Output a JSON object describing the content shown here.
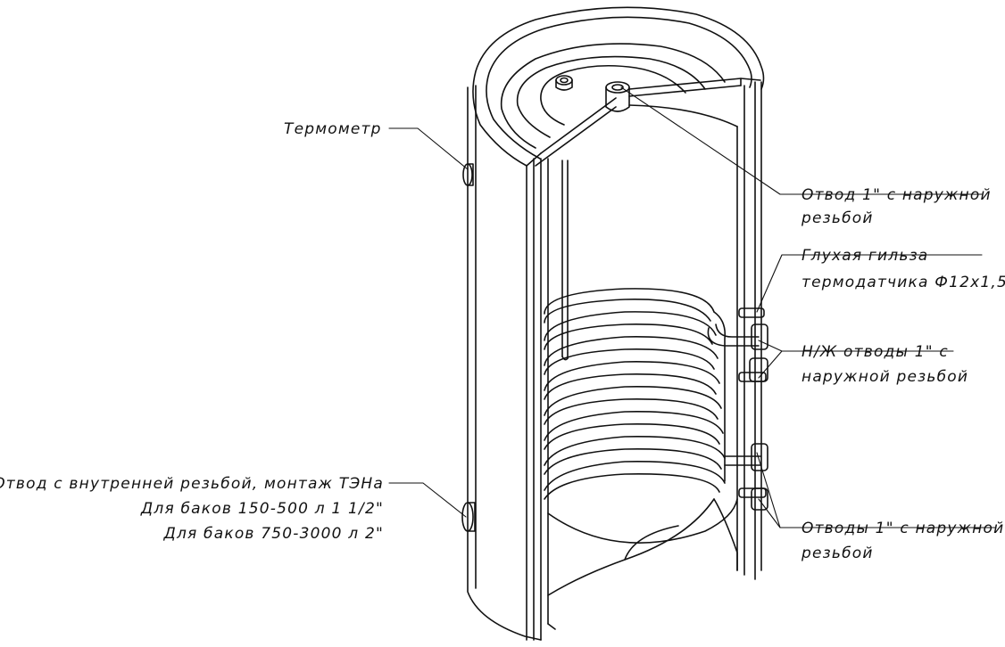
{
  "labels": {
    "thermometer": "Термометр",
    "top_outlet_line1": "Отвод 1\" с наружной",
    "top_outlet_line2": "резьбой",
    "sleeve_line1": "Глухая гильза",
    "sleeve_line2": "термодатчика Ф12х1,5",
    "coil_outlets_line1": "Н/Ж отводы 1\" с",
    "coil_outlets_line2": "наружной резьбой",
    "heater_line1": "Отвод с внутренней резьбой, монтаж ТЭНа",
    "heater_line2": "Для баков 150-500 л 1 1/2\"",
    "heater_line3": "Для баков 750-3000 л 2\"",
    "side_outlets_line1": "Отводы 1\" с наружной",
    "side_outlets_line2": "резьбой"
  },
  "colors": {
    "line": "#111111",
    "background": "#ffffff"
  }
}
